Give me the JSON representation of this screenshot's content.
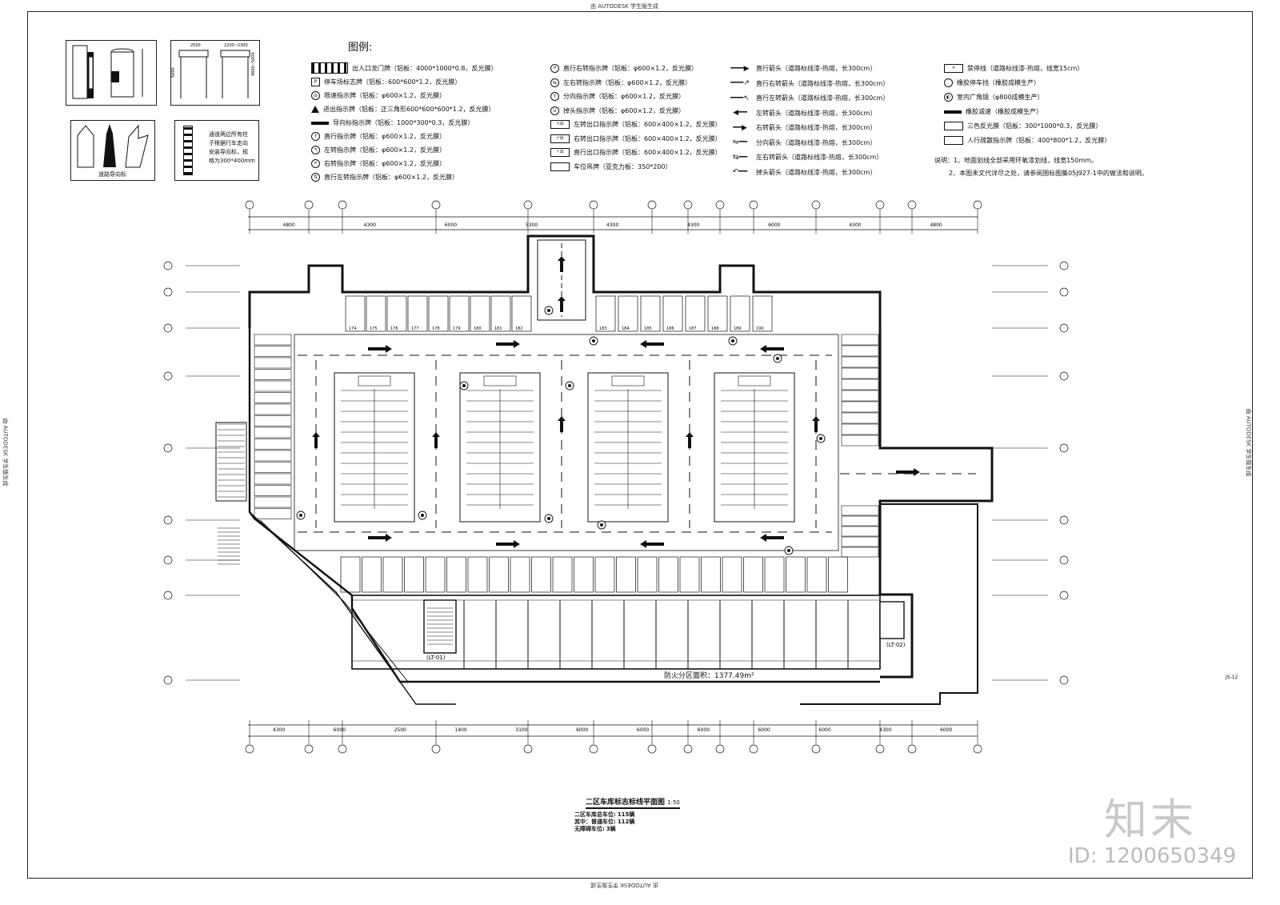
{
  "stamps": {
    "top": "由 AUTODESK 学生版生成",
    "bottom": "由 AUTODESK 学生版生成",
    "left": "由 AUTODESK 学生版生成",
    "right": "由 AUTODESK 学生版生成"
  },
  "legend": {
    "title": "图例:",
    "col1": [
      {
        "icon": "gate",
        "text": "出入口龙门牌（铝板：4000*1000*0.8，反光膜）"
      },
      {
        "icon": "sq",
        "glyph": "P",
        "text": "停车场标志牌（铝板：600*600*1.2，反光膜）"
      },
      {
        "icon": "circ",
        "glyph": "⊘",
        "text": "限速指示牌（铝板：φ600×1.2，反光膜）"
      },
      {
        "icon": "tri",
        "glyph": "",
        "text": "进出指示牌（铝板：正三角形600*600*600*1.2，反光膜）"
      },
      {
        "icon": "bar",
        "glyph": "",
        "text": "导向标指示牌（铝板：1000*300*0.3，反光膜）"
      },
      {
        "icon": "circ",
        "glyph": "↑",
        "text": "直行指示牌（铝板：φ600×1.2，反光膜）"
      },
      {
        "icon": "circ",
        "glyph": "↰",
        "text": "左转指示牌（铝板：φ600×1.2，反光膜）"
      },
      {
        "icon": "circ",
        "glyph": "↱",
        "text": "右转指示牌（铝板：φ600×1.2，反光膜）"
      },
      {
        "icon": "circ",
        "glyph": "⇅",
        "text": "直行左转指示牌（铝板：φ600×1.2，反光膜）"
      }
    ],
    "col2": [
      {
        "icon": "circ",
        "glyph": "↱",
        "text": "直行右转指示牌（铝板：φ600×1.2，反光膜）"
      },
      {
        "icon": "circ",
        "glyph": "⇆",
        "text": "左右转指示牌（铝板：φ600×1.2，反光膜）"
      },
      {
        "icon": "circ",
        "glyph": "Y",
        "text": "分向指示牌（铝板：φ600×1.2，反光膜）"
      },
      {
        "icon": "circ",
        "glyph": "U",
        "text": "掉头指示牌（铝板：φ600×1.2，反光膜）"
      },
      {
        "icon": "rect",
        "glyph": "↰出",
        "text": "左转出口指示牌（铝板：600×400×1.2，反光膜）"
      },
      {
        "icon": "rect",
        "glyph": "↱出",
        "text": "右转出口指示牌（铝板：600×400×1.2，反光膜）"
      },
      {
        "icon": "rect",
        "glyph": "↑出",
        "text": "直行出口指示牌（铝板：600×400×1.2，反光膜）"
      },
      {
        "icon": "rect",
        "glyph": "",
        "text": "车位吊牌（亚克力板：350*200）"
      }
    ],
    "col3": [
      {
        "glyph": "━━━▶",
        "text": "直行箭头（道路标线漆-热熔，长300cm）"
      },
      {
        "glyph": "━━━↗",
        "text": "直行右转箭头（道路标线漆-热熔，长300cm）"
      },
      {
        "glyph": "━━━↖",
        "text": "直行左转箭头（道路标线漆-热熔，长300cm）"
      },
      {
        "glyph": "◀━━",
        "text": "左转箭头（道路标线漆-热熔，长300cm）"
      },
      {
        "glyph": "━━▶",
        "text": "右转箭头（道路标线漆-热熔，长300cm）"
      },
      {
        "glyph": "⇋━━",
        "text": "分向箭头（道路标线漆-热熔，长300cm）"
      },
      {
        "glyph": "⇆━━",
        "text": "左右转箭头（道路标线漆-热熔，长300cm）"
      },
      {
        "glyph": "↶━━",
        "text": "掉头箭头（道路标线漆-热熔，长300cm）"
      }
    ],
    "col4": [
      {
        "icon": "rect",
        "glyph": "✕",
        "text": "禁停线（道路标线漆-热熔，线宽15cm）"
      },
      {
        "icon": "circ",
        "glyph": "",
        "text": "橡胶停车挡（橡胶成模生产）"
      },
      {
        "icon": "circ",
        "glyph": "◐",
        "text": "室内广角镜（φ800成模生产）"
      },
      {
        "icon": "bar",
        "glyph": "",
        "text": "橡胶减速（橡胶成模生产）"
      },
      {
        "icon": "rect",
        "glyph": "",
        "text": "三色反光膜（铝板：300*1000*0.3，反光膜）"
      },
      {
        "icon": "rect",
        "glyph": "",
        "text": "人行疏散指示牌（铝板：400*800*1.2，反光膜）"
      }
    ],
    "notes": [
      "说明：1、地面划线全部采用环氧漆划线，线宽150mm。",
      "2、本图未文代详尽之处，请参阅国标图集05J927-1中的做法和说明。"
    ]
  },
  "insets": {
    "detail_text": [
      "通道两边所有柱",
      "子根据行车走向",
      "安装导向标，规",
      "格为300*400mm"
    ],
    "dims_top": [
      "2500",
      "2200~2300"
    ],
    "dims_side": [
      "5000",
      "4800~5000"
    ],
    "arrow_caption": "道路导向标"
  },
  "plan": {
    "title": "二区车库标志标线平面图",
    "scale": "1:50",
    "stats": [
      {
        "label": "二区车库总车位:",
        "value": "115辆"
      },
      {
        "label": "其中：普通车位:",
        "value": "112辆"
      },
      {
        "label": "无障碍车位:",
        "value": "3辆"
      }
    ],
    "area": "防火分区面积：1377.49m²",
    "stairs": [
      "(LT-01)",
      "(LT-02)"
    ],
    "top_dims": [
      "4800",
      "4300",
      "6000",
      "5300",
      "4300",
      "4300",
      "6000",
      "4300",
      "4800"
    ],
    "bottom_dims": [
      "4300",
      "6000",
      "2500",
      "1400",
      "3100",
      "6000",
      "6000",
      "6000",
      "6000",
      "6000",
      "4300",
      "6000"
    ],
    "sheet_code": "JS-12",
    "top_spaces": [
      "174",
      "175",
      "176",
      "177",
      "178",
      "179",
      "180",
      "181",
      "182",
      "183",
      "184",
      "185",
      "186",
      "187",
      "188",
      "189",
      "190"
    ]
  },
  "watermarks": {
    "logo": "知末",
    "id": "ID: 1200650349"
  }
}
